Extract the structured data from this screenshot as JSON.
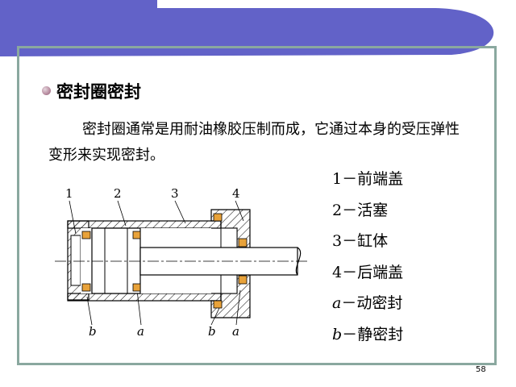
{
  "slide": {
    "heading": "密封圈密封",
    "paragraph": "密封圈通常是用耐油橡胶压制而成，它通过本身的受压弹性变形来实现密封。",
    "page_number": "58"
  },
  "diagram": {
    "callouts_top": [
      "1",
      "2",
      "3",
      "4"
    ],
    "callouts_bottom": [
      "b",
      "a",
      "b",
      "a"
    ]
  },
  "legend": [
    {
      "key": "1",
      "sep": "－",
      "text": "前端盖"
    },
    {
      "key": "2",
      "sep": "－",
      "text": "活塞"
    },
    {
      "key": "3",
      "sep": "－",
      "text": "缸体"
    },
    {
      "key": "4",
      "sep": "－",
      "text": "后端盖"
    },
    {
      "key": "a",
      "sep": "－",
      "text": "动密封"
    },
    {
      "key": "b",
      "sep": "－",
      "text": "静密封"
    }
  ],
  "colors": {
    "banner": "#6262c8",
    "frame": "#8aa89f",
    "seal": "#e8a23a"
  }
}
